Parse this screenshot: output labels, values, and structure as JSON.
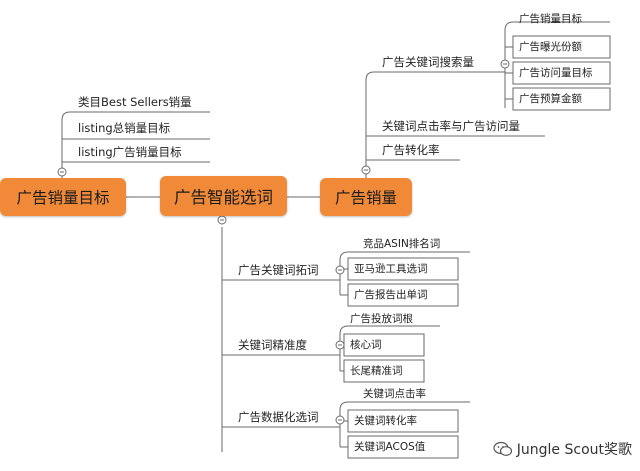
{
  "nodes": {
    "left": "广告销量目标",
    "center": "广告智能选词",
    "right": "广告销量"
  },
  "left_branches": [
    "类目Best Sellers销量",
    "listing总销量目标",
    "listing广告销量目标"
  ],
  "right_branches": {
    "search_volume": {
      "label": "广告关键词搜索量",
      "children": [
        "广告销量目标",
        "广告曝光份额",
        "广告访问量目标",
        "广告预算金额"
      ]
    },
    "ctr": "关键词点击率与广告访问量",
    "conversion": "广告转化率"
  },
  "bottom_branches": {
    "expand": {
      "label": "广告关键词拓词",
      "children": [
        "竞品ASIN排名词",
        "亚马逊工具选词",
        "广告报告出单词"
      ]
    },
    "precision": {
      "label": "关键词精准度",
      "children": [
        "广告投放词根",
        "核心词",
        "长尾精准词"
      ]
    },
    "data": {
      "label": "广告数据化选词",
      "children": [
        "关键词点击率",
        "关键词转化率",
        "关键词ACOS值"
      ]
    }
  },
  "watermark": "Jungle Scout奖歌",
  "colors": {
    "node": "#f08a38",
    "line": "#6a6a6a"
  }
}
